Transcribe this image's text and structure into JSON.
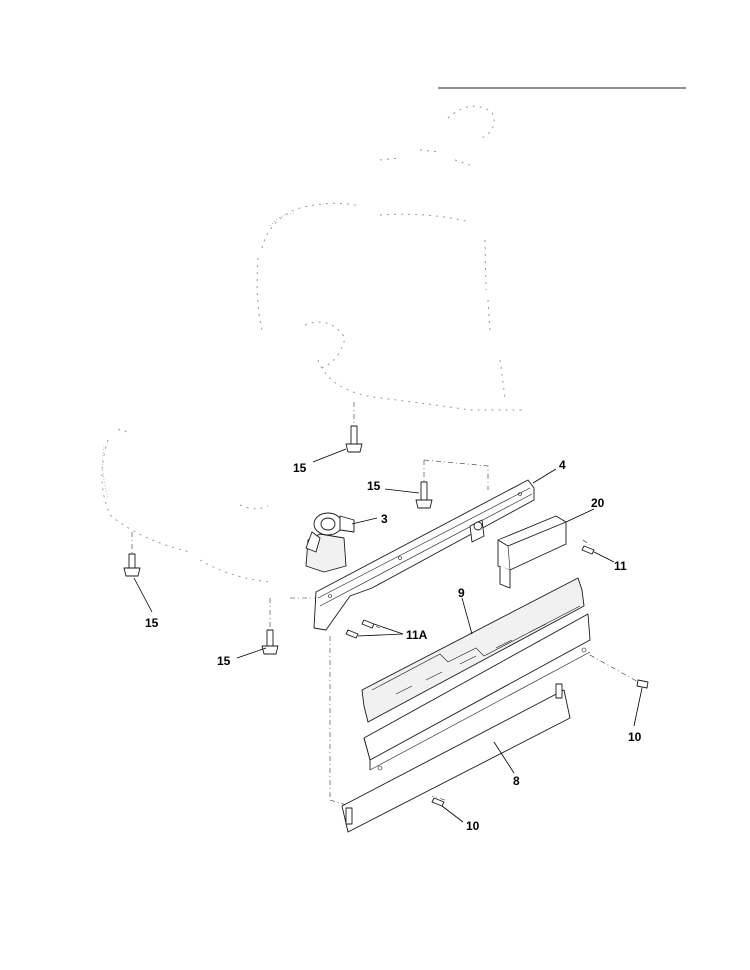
{
  "callouts": {
    "c15a": "15",
    "c15b": "15",
    "c15c": "15",
    "c15d": "15",
    "c4": "4",
    "c3": "3",
    "c20": "20",
    "c11": "11",
    "c11a": "11A",
    "c9": "9",
    "c10a": "10",
    "c10b": "10",
    "c8": "8"
  }
}
